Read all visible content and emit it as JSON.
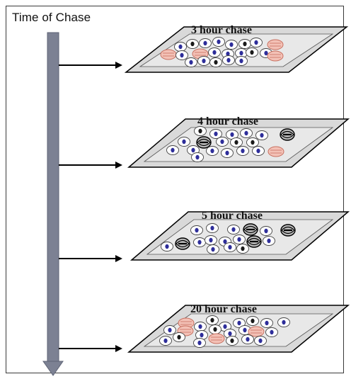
{
  "title": "Time of Chase",
  "panels": [
    {
      "label": "3 hour chase"
    },
    {
      "label": "4 hour chase"
    },
    {
      "label": "5 hour chase"
    },
    {
      "label": "20 hour chase"
    }
  ],
  "colors": {
    "timeline": "#7c8193",
    "plate_fill": "#d9d9d9",
    "cell_fill": "#ffffff",
    "nucleus": "#2e2e9a",
    "mitotic": "#1a1a1a",
    "pink_cell": "#f3c1b6",
    "pink_stroke": "#c87060"
  }
}
